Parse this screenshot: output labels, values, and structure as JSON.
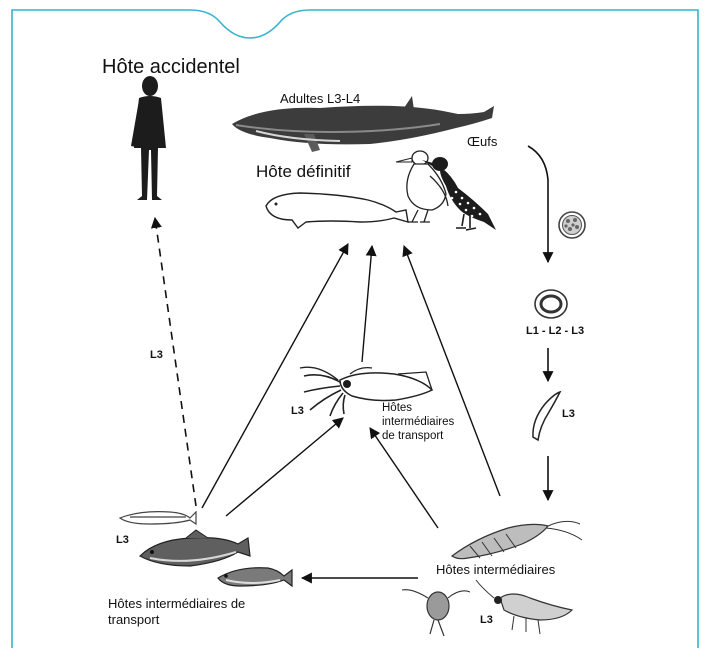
{
  "labels": {
    "accidental_host": "Hôte accidentel",
    "adults": "Adultes L3-L4",
    "eggs": "Œufs",
    "definitive_host": "Hôte définitif",
    "larval_stages": "L1 - L2 - L3",
    "l3_right": "L3",
    "l3_dashed": "L3",
    "l3_squid": "L3",
    "squid_host_line1": "Hôtes",
    "squid_host_line2": "intermédiaires",
    "squid_host_line3": "de transport",
    "l3_fish": "L3",
    "intermediate_hosts": "Hôtes intermédiaires",
    "fish_host_line1": "Hôtes intermédiaires de",
    "fish_host_line2": "transport",
    "l3_krill": "L3"
  },
  "colors": {
    "frame": "#36b3cf",
    "silhouette": "#1c1c1c",
    "whale_body": "#3c3c3c",
    "arrow": "#111111"
  }
}
